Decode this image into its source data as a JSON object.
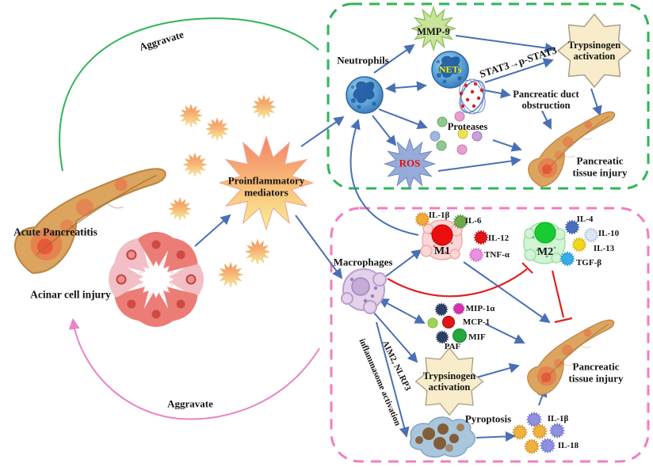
{
  "overview": {
    "aggravate_top": "Aggravate",
    "aggravate_bottom": "Aggravate",
    "acute_pancreatitis": "Acute Pancreatitis",
    "acinar_cell_injury": "Acinar cell injury",
    "proinflammatory_mediators": "Proinflammatory mediators"
  },
  "neutrophil_box": {
    "neutrophils": "Neutrophils",
    "mmp9": "MMP-9",
    "nets": "NETs",
    "stat3": "STAT3→p-STAT3",
    "trypsinogen_activation": "Trypsinogen activation",
    "duct_obstruction": "Pancreatic duct obstruction",
    "proteases": "Proteases",
    "ros": "ROS",
    "tissue_injury": "Pancreatic tissue injury"
  },
  "macrophage_box": {
    "macrophages": "Macrophages",
    "m1": "M1",
    "m2": "M2",
    "m1_cytokines": [
      "IL-1β",
      "IL-6",
      "IL-12",
      "TNF-α"
    ],
    "m2_cytokines": [
      "IL-4",
      "IL-10",
      "IL-13",
      "TGF-β"
    ],
    "mediators": [
      "MIP-1α",
      "MCP-1",
      "MIF",
      "PAF"
    ],
    "trypsinogen_activation": "Trypsinogen activation",
    "aim2_nlrp3": "AIM2, NLRP3",
    "inflammasome": "inflammasome activation",
    "pyroptosis": "Pyroptosis",
    "il1b": "IL-1β",
    "il18": "IL-18",
    "tissue_injury": "Pancreatic tissue injury"
  },
  "colors": {
    "green_box_border": "#2fb457",
    "pink_box_border": "#f07ec0",
    "arrow_blue": "#4a6fb5",
    "inhibit_red": "#e02020",
    "aggravate_green_arc": "#2fb457",
    "aggravate_pink_arc": "#e884c4",
    "nets_text_yellow": "#f5ef00",
    "ros_text_red": "#e01212"
  }
}
